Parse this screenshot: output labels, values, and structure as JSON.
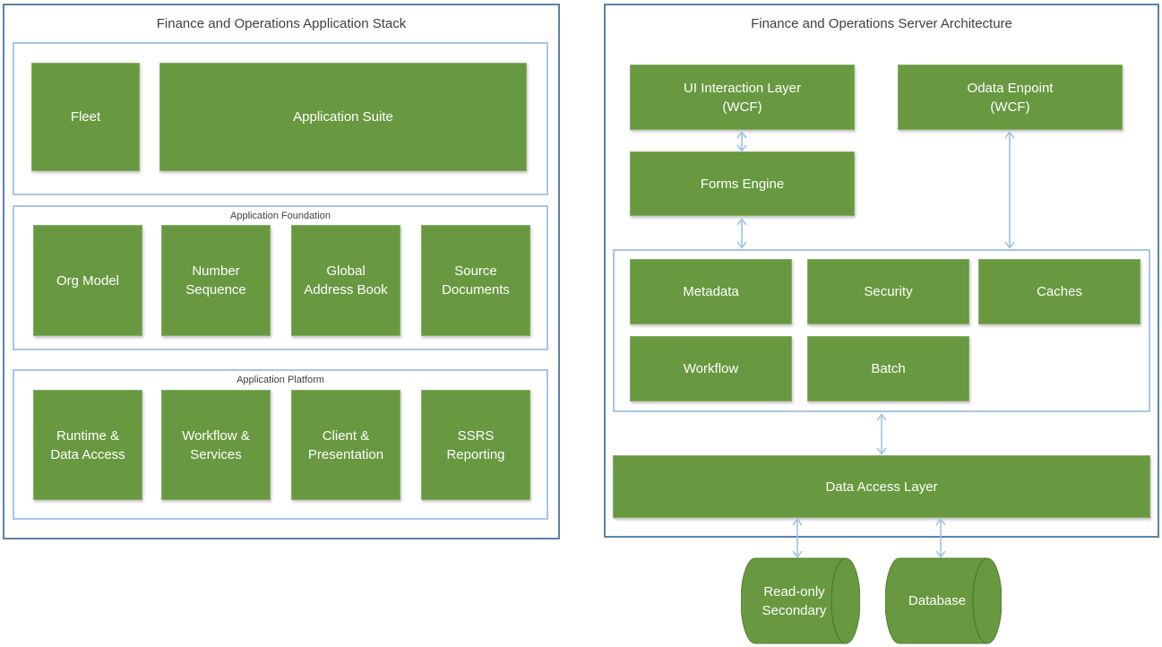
{
  "colors": {
    "box_green": "#689840",
    "panel_border_blue": "#5B81A9",
    "section_border_blue": "#A8C5E2",
    "arrow_blue": "#9DC3E6",
    "title_text": "#3F3F3F",
    "box_text": "#FFFFFF"
  },
  "left_panel": {
    "title": "Finance and Operations Application Stack",
    "suite_section": {
      "fleet": "Fleet",
      "application_suite": "Application Suite"
    },
    "foundation_section": {
      "title": "Application Foundation",
      "boxes": [
        "Org Model",
        "Number\nSequence",
        "Global\nAddress Book",
        "Source\nDocuments"
      ]
    },
    "platform_section": {
      "title": "Application Platform",
      "boxes": [
        "Runtime &\nData Access",
        "Workflow &\nServices",
        "Client &\nPresentation",
        "SSRS\nReporting"
      ]
    }
  },
  "right_panel": {
    "title": "Finance and Operations Server Architecture",
    "ui_interaction_layer": "UI Interaction Layer\n(WCF)",
    "odata_endpoint": "Odata Enpoint\n(WCF)",
    "forms_engine": "Forms Engine",
    "engine": {
      "components": [
        "Metadata",
        "Security",
        "Caches",
        "Workflow",
        "Batch"
      ]
    },
    "data_access_layer": "Data Access Layer",
    "databases": [
      "Read-only\nSecondary",
      "Database"
    ],
    "connections": [
      {
        "from": "UI Interaction Layer (WCF)",
        "to": "Forms Engine",
        "type": "bidirectional"
      },
      {
        "from": "Forms Engine",
        "to": "Server engine components",
        "type": "bidirectional"
      },
      {
        "from": "Odata Enpoint (WCF)",
        "to": "Server engine components",
        "type": "bidirectional"
      },
      {
        "from": "Server engine components",
        "to": "Data Access Layer",
        "type": "bidirectional"
      },
      {
        "from": "Data Access Layer",
        "to": "Read-only Secondary",
        "type": "bidirectional"
      },
      {
        "from": "Data Access Layer",
        "to": "Database",
        "type": "bidirectional"
      }
    ]
  }
}
